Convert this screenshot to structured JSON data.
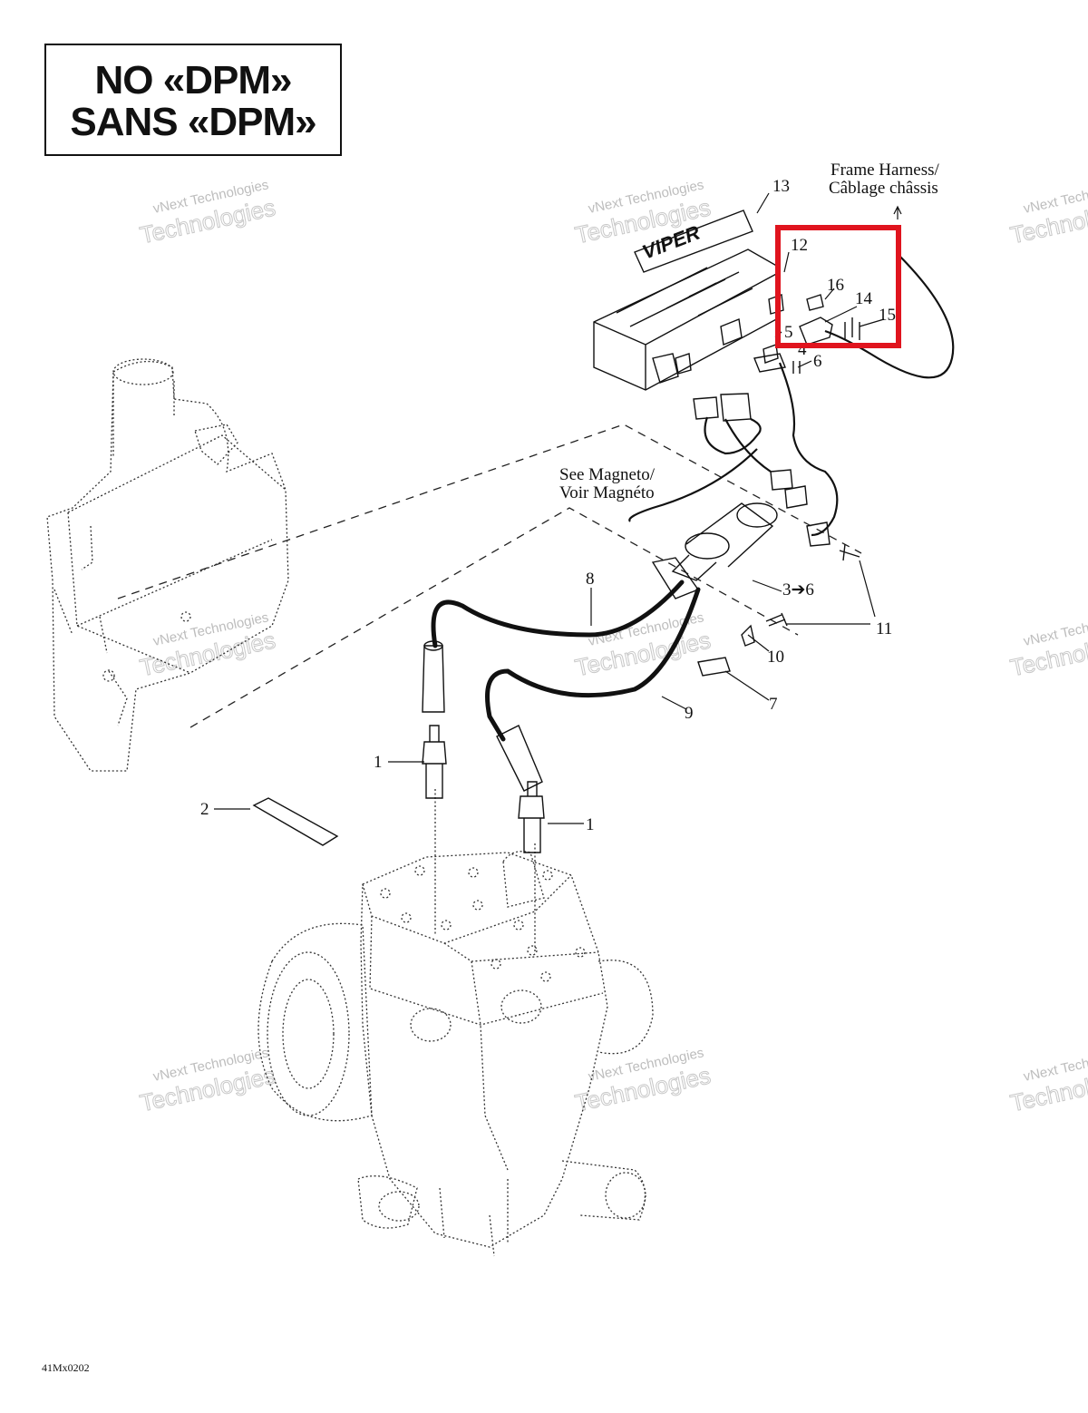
{
  "header": {
    "line1": "NO «DPM»",
    "line2": "SANS «DPM»"
  },
  "notes": {
    "frame_harness_en": "Frame Harness/",
    "frame_harness_fr": "Câblage châssis",
    "magneto_en": "See Magneto/",
    "magneto_fr": "Voir Magnéto"
  },
  "callouts": {
    "c1a": "1",
    "c1b": "1",
    "c2": "2",
    "c3to6": "3➔6",
    "c4": "4",
    "c5": "5",
    "c6": "6",
    "c7": "7",
    "c8": "8",
    "c9": "9",
    "c10": "10",
    "c11": "11",
    "c12": "12",
    "c13": "13",
    "c14": "14",
    "c15": "15",
    "c16": "16"
  },
  "decal_text": "VIPER",
  "watermark": {
    "line1": "vNext Technologies",
    "line2": "Technologies"
  },
  "highlight_color": "#e0141e",
  "figure_code": "41Mx0202"
}
